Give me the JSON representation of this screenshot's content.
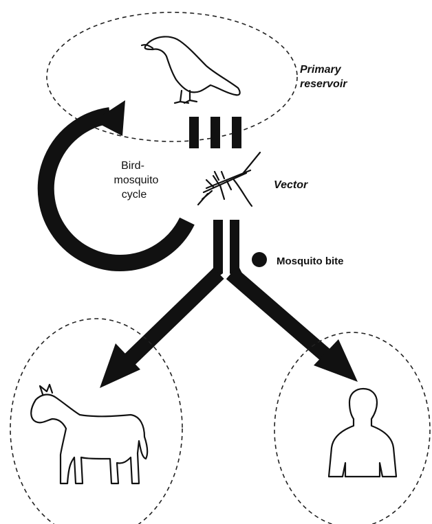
{
  "labels": {
    "primary_reservoir_line1": "Primary",
    "primary_reservoir_line2": "reservoir",
    "cycle_line1": "Bird-",
    "cycle_line2": "mosquito",
    "cycle_line3": "cycle",
    "vector": "Vector",
    "mosquito_bite": "Mosquito bite"
  },
  "icons": {
    "bird": "crow-icon",
    "mosquito": "mosquito-icon",
    "horse": "horse-icon",
    "human": "human-icon"
  },
  "colors": {
    "ink": "#111111",
    "background": "#ffffff"
  }
}
